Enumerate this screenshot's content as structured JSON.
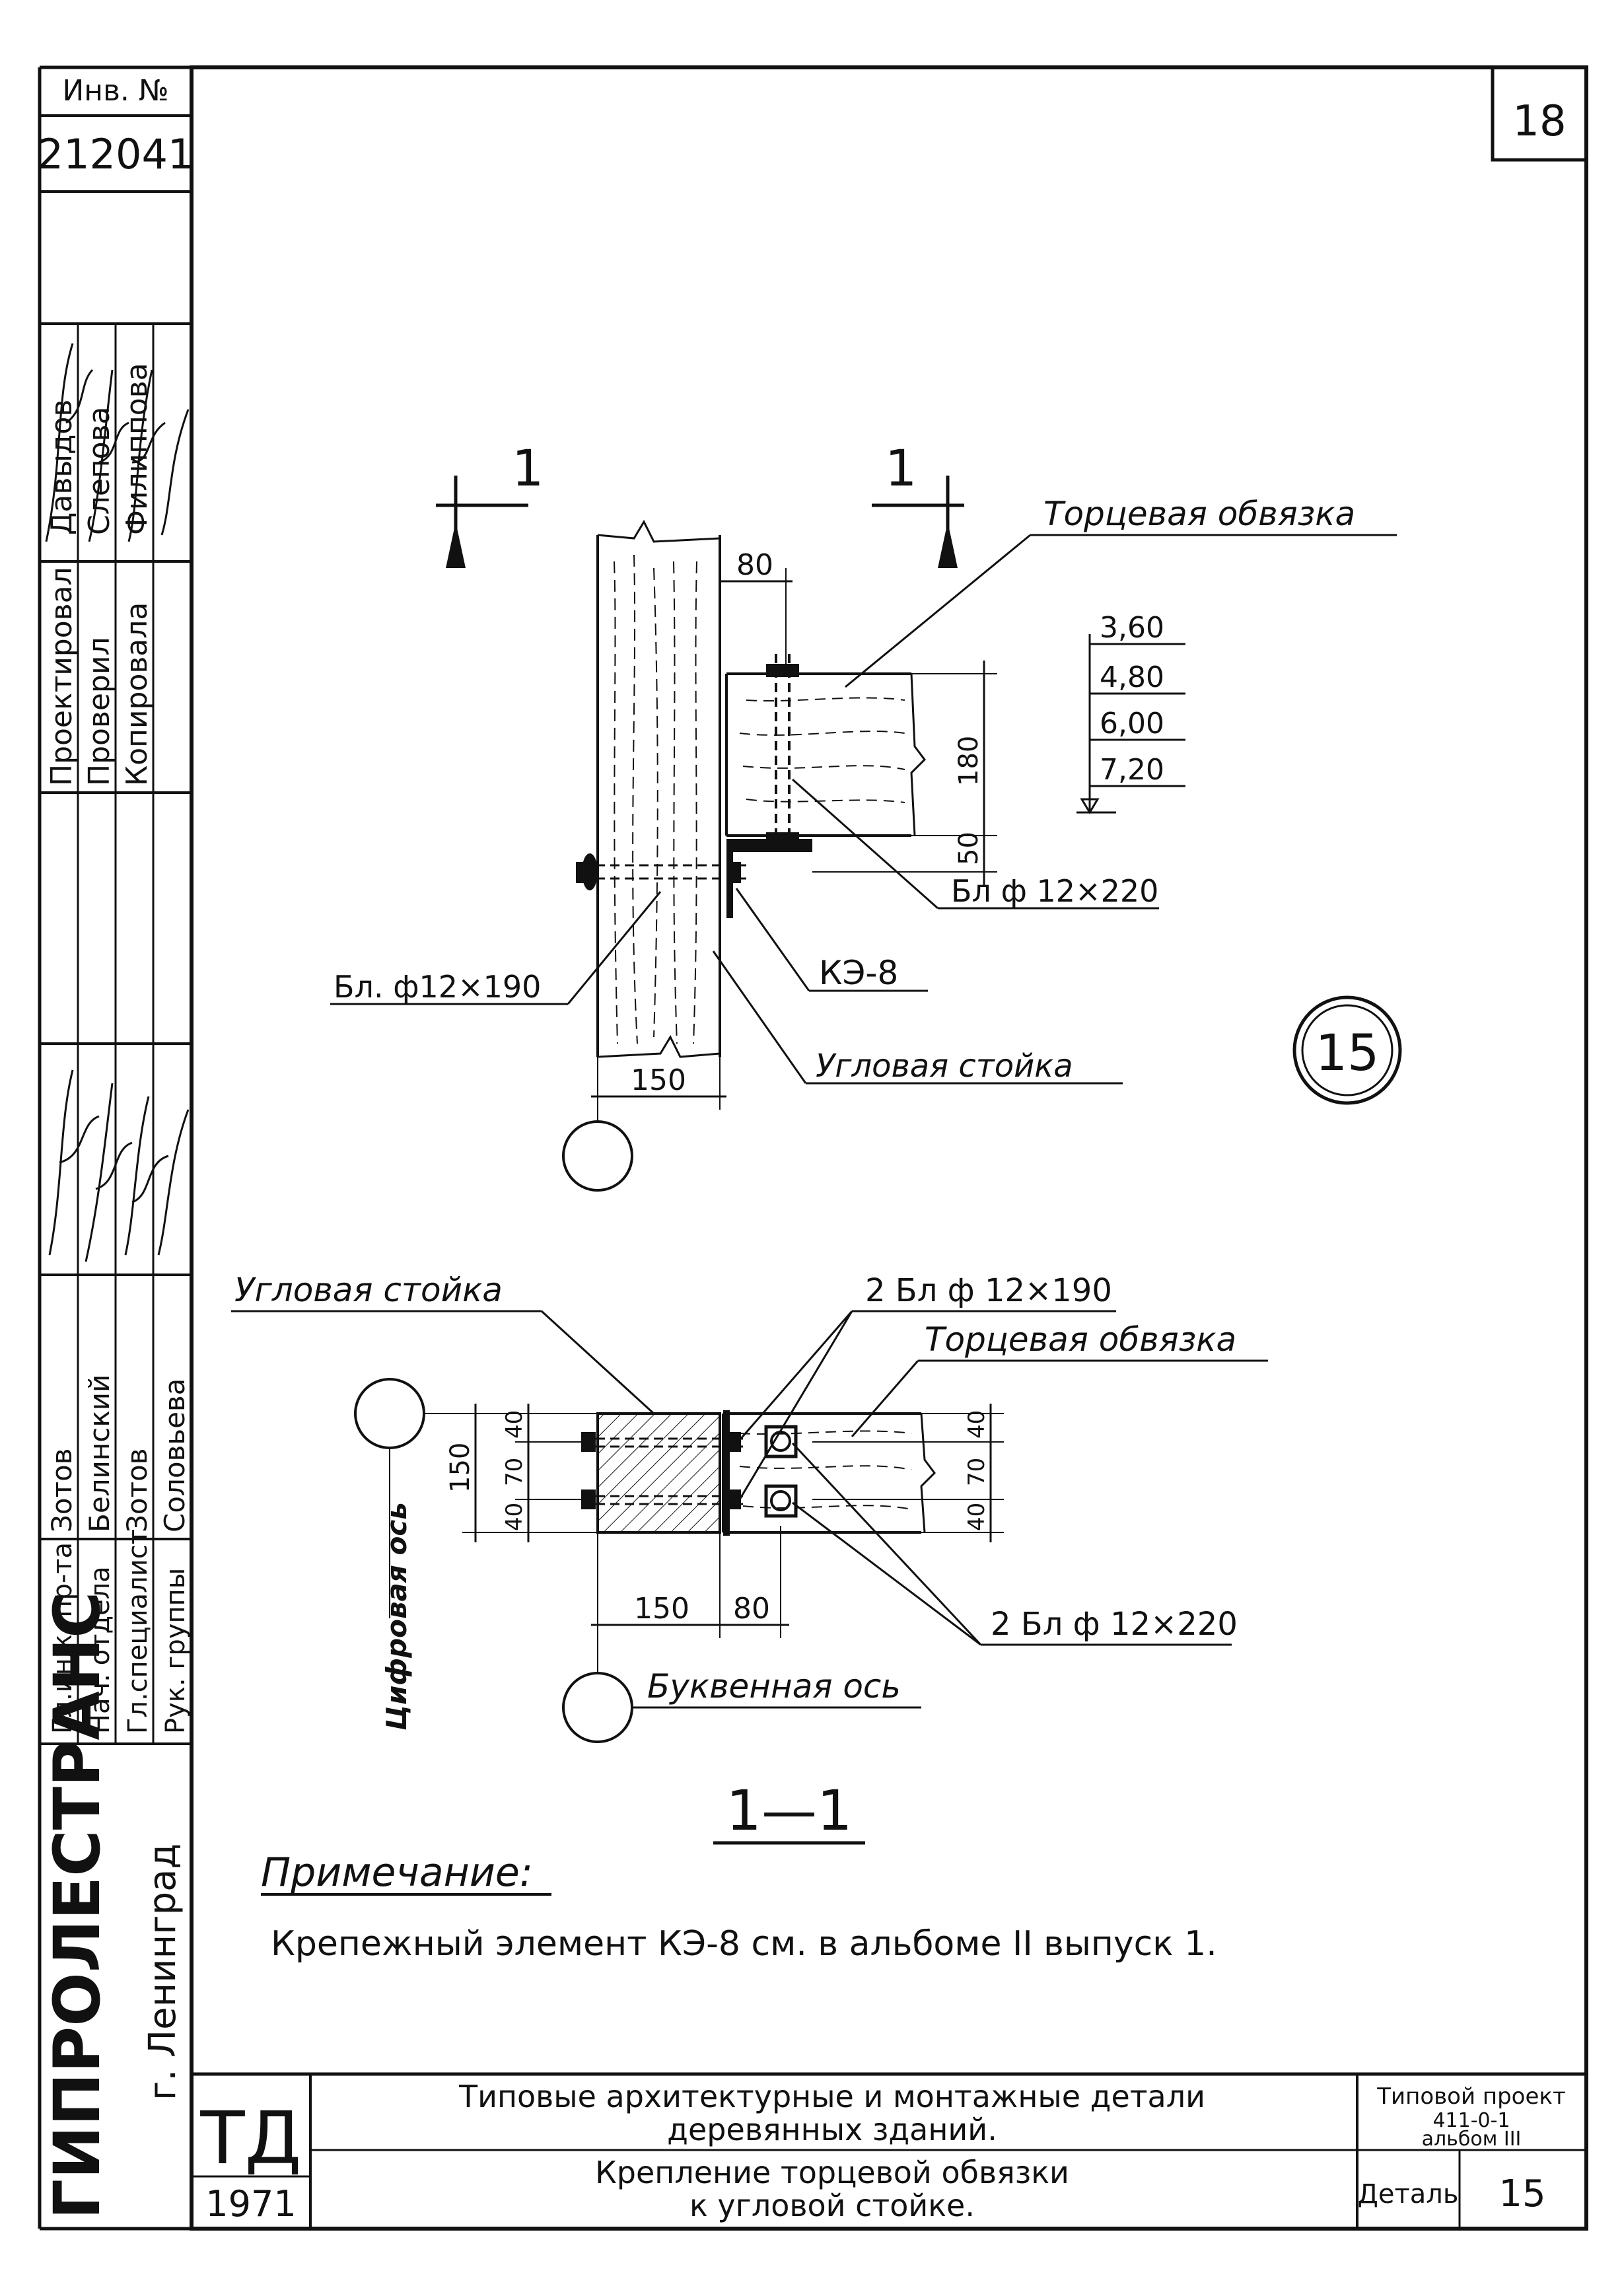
{
  "sheet_number": "18",
  "inventory": {
    "label": "Инв. №",
    "number": "212041"
  },
  "left_column": {
    "roles": [
      "Гл.инж. пр-та",
      "Нач. отдела",
      "Гл.специалист",
      "Рук. группы"
    ],
    "names": [
      "Зотов",
      "Белинский",
      "Зотов",
      "Соловьева"
    ],
    "roles2": [
      "Проектировал",
      "Проверил",
      "Копировала"
    ],
    "names2": [
      "Давыдов",
      "Слепова",
      "Филиппова"
    ],
    "org": "ГИПРОЛЕСТРАНС",
    "city": "г. Ленинград"
  },
  "drawing_top": {
    "section_mark_left": "1",
    "section_mark_right": "1",
    "dim_80": "80",
    "dim_180": "180",
    "dim_50": "50",
    "dim_150": "150",
    "levels": [
      "3,60",
      "4,80",
      "6,00",
      "7,20"
    ],
    "label_torets": "Торцевая обвязка",
    "label_bolt220": "Бл ф 12×220",
    "label_ke8": "КЭ-8",
    "label_bolt190": "Бл. ф12×190",
    "label_corner": "Угловая стойка",
    "detail_number": "15"
  },
  "drawing_bottom": {
    "label_corner": "Угловая стойка",
    "label_2bolt190": "2 Бл ф 12×190",
    "label_torets": "Торцевая обвязка",
    "label_2bolt220": "2 Бл ф 12×220",
    "label_digit_axis": "Цифровая ось",
    "label_letter_axis": "Буквенная ось",
    "dim_150v": "150",
    "dim_40a": "40",
    "dim_70": "70",
    "dim_40b": "40",
    "dim_150h": "150",
    "dim_80": "80",
    "dim_r40a": "40",
    "dim_r70": "70",
    "dim_r40b": "40",
    "section_title": "1—1"
  },
  "note": {
    "heading": "Примечание:",
    "text": "Крепежный элемент КЭ-8 см. в альбоме II выпуск 1."
  },
  "title_block": {
    "logo": "ТД",
    "year": "1971",
    "title_line1": "Типовые архитектурные и монтажные детали",
    "title_line2": "деревянных зданий.",
    "subtitle_line1": "Крепление торцевой обвязки",
    "subtitle_line2": "к угловой стойке.",
    "project_label": "Типовой проект",
    "project_number": "411-0-1",
    "album": "альбом III",
    "detail_label": "Деталь",
    "detail_value": "15"
  }
}
